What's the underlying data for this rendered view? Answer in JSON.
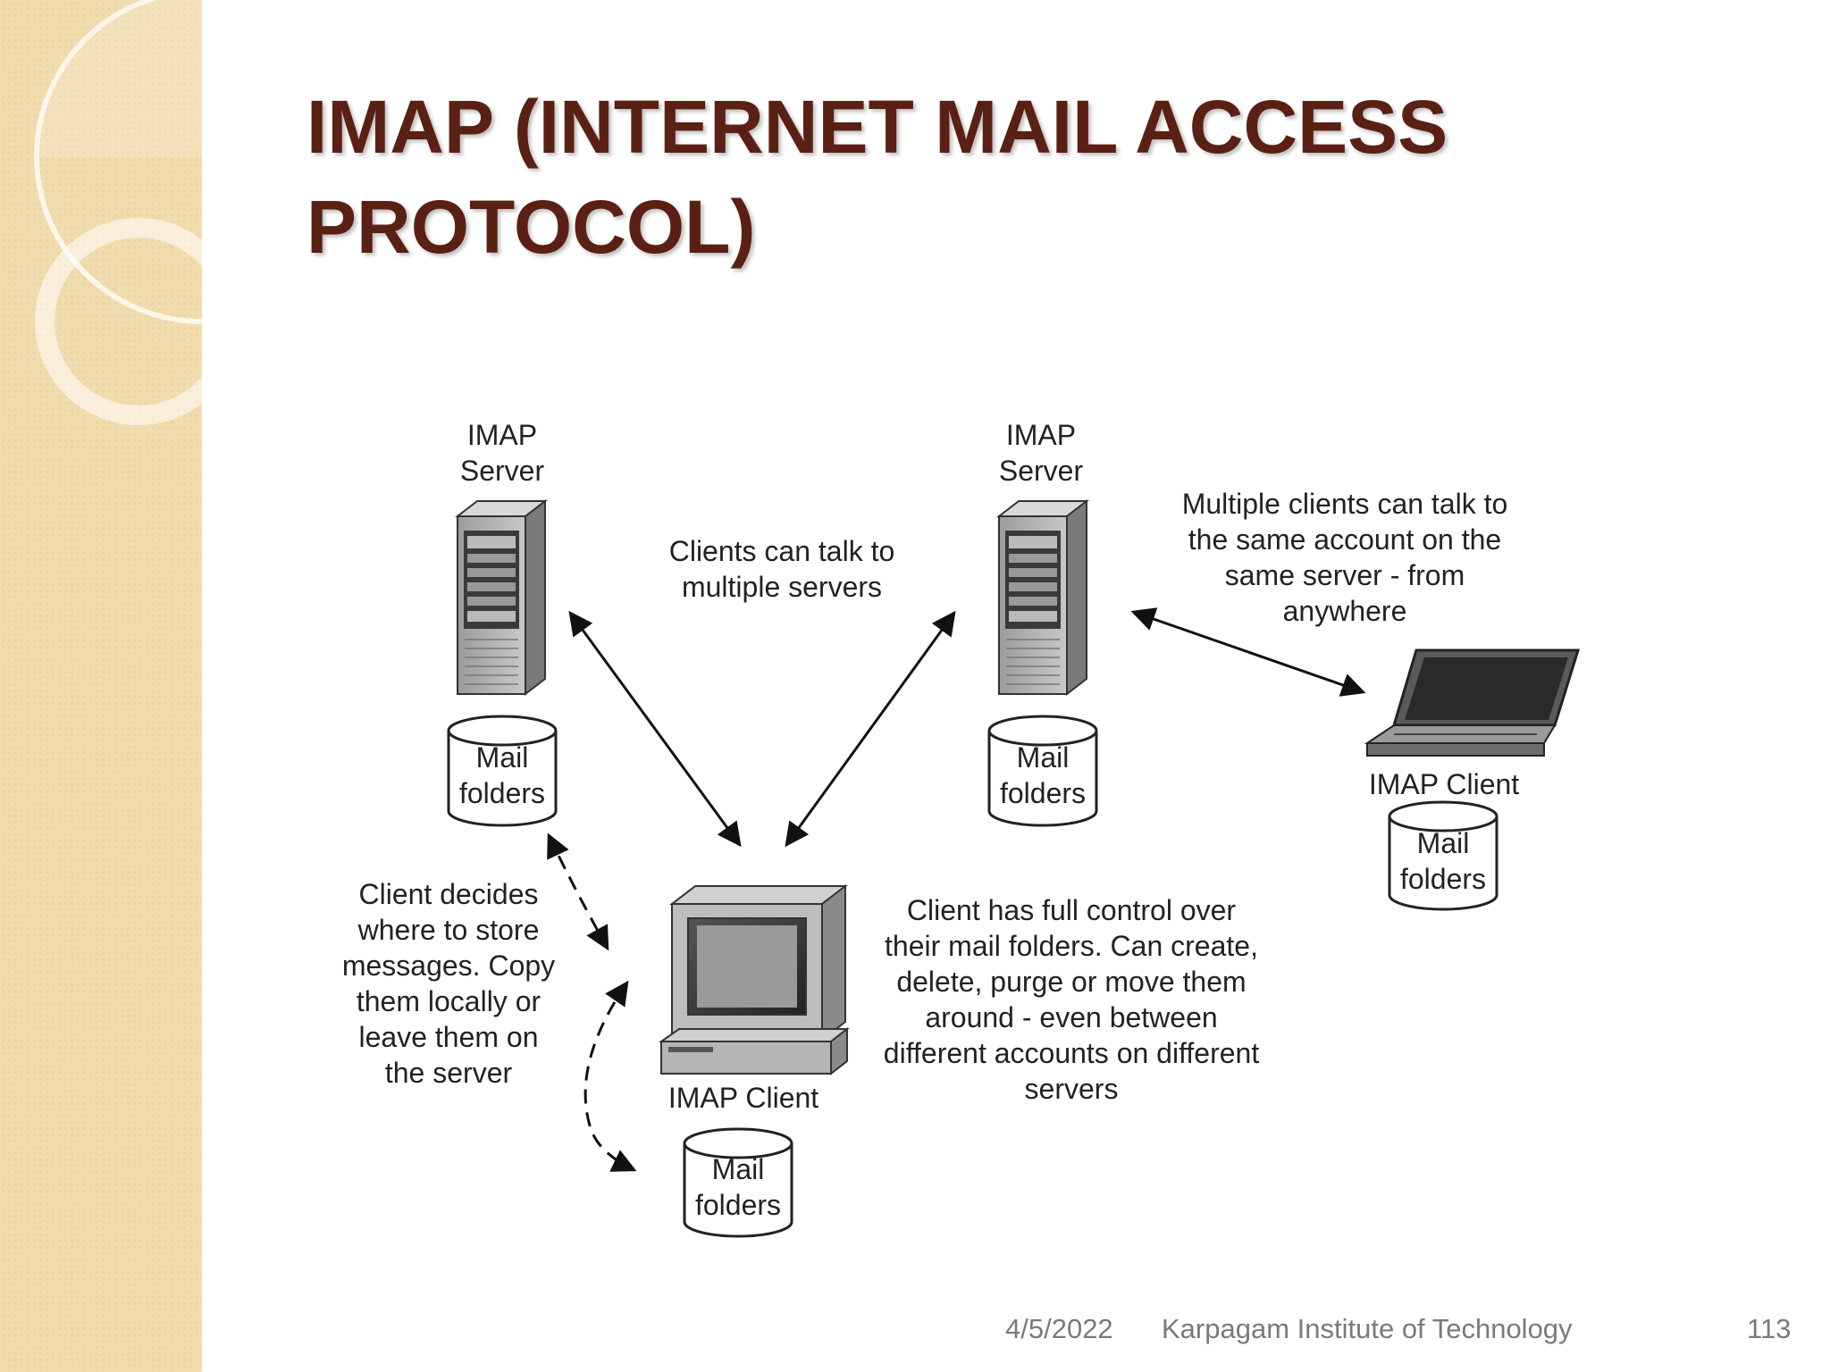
{
  "slide": {
    "title": "IMAP (INTERNET MAIL ACCESS\nPROTOCOL)"
  },
  "diagram": {
    "server_left_label": "IMAP\nServer",
    "server_right_label": "IMAP\nServer",
    "folders_label": "Mail\nfolders",
    "note_multiple_servers": "Clients can talk to\nmultiple servers",
    "note_multiple_clients": "Multiple clients can talk to\nthe same account on the\nsame server - from\nanywhere",
    "note_client_decides": "Client decides\nwhere to store\nmessages. Copy\nthem locally or\nleave them on\nthe server",
    "note_full_control": "Client has full control over\ntheir mail folders. Can create,\ndelete, purge or move them\naround - even between\ndifferent accounts on different\nservers",
    "desktop_client_label": "IMAP Client",
    "laptop_client_label": "IMAP Client"
  },
  "footer": {
    "date": "4/5/2022",
    "institution": "Karpagam Institute of Technology",
    "page_number": "113"
  },
  "colors": {
    "title": "#5a2014",
    "band": "#f1dcae",
    "footer_text": "#7a7a7a"
  }
}
